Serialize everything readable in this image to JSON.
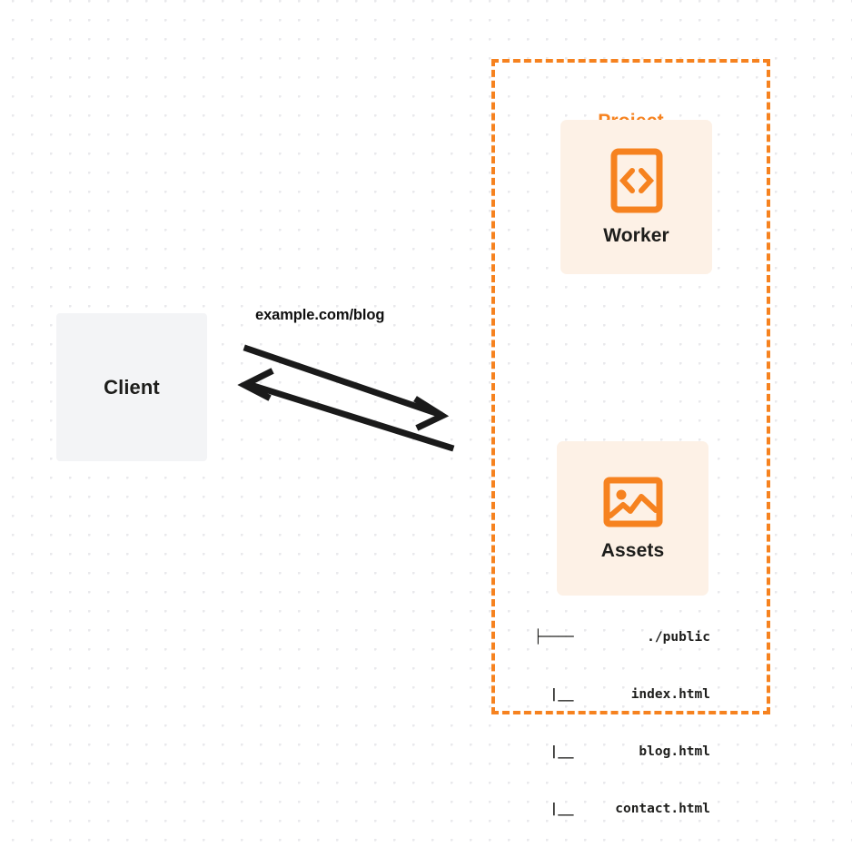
{
  "diagram": {
    "background": "dot-grid",
    "colors": {
      "accent_orange": "#f6821f",
      "card_background": "#fdf1e6",
      "client_background": "#f3f4f6",
      "text_dark": "#1d1d1b",
      "dot_grid": "#e9e9ec"
    }
  },
  "client": {
    "label": "Client"
  },
  "connection": {
    "url_label": "example.com/blog",
    "request_direction": "client-to-project",
    "response_direction": "project-to-client"
  },
  "project": {
    "title": "Project",
    "cards": [
      {
        "label": "Worker",
        "icon": "code-brackets-icon"
      },
      {
        "label": "Assets",
        "icon": "image-icon"
      }
    ],
    "file_tree": [
      {
        "branch": "├────",
        "name": "./public"
      },
      {
        "branch": "  |__",
        "name": "index.html"
      },
      {
        "branch": "  |__",
        "name": "blog.html"
      },
      {
        "branch": "  |__",
        "name": "contact.html"
      }
    ]
  }
}
